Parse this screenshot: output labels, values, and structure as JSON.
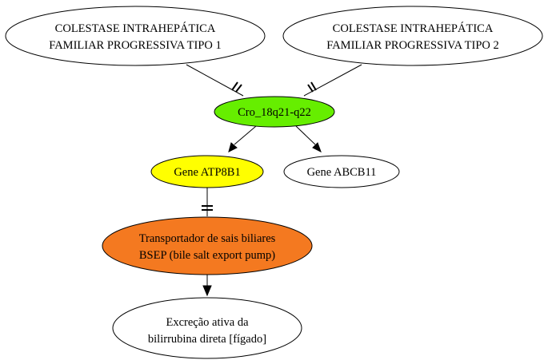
{
  "diagram": {
    "nodes": {
      "pfic1": {
        "line1": "COLESTASE INTRAHEPÁTICA",
        "line2": "FAMILIAR PROGRESSIVA TIPO 1",
        "fill": "#ffffff"
      },
      "pfic2": {
        "line1": "COLESTASE INTRAHEPÁTICA",
        "line2": "FAMILIAR PROGRESSIVA TIPO 2",
        "fill": "#ffffff"
      },
      "chromosome": {
        "label": "Cro_18q21-q22",
        "fill": "#66ee00"
      },
      "atp8b1": {
        "label": "Gene ATP8B1",
        "fill": "#ffff00"
      },
      "abcb11": {
        "label": "Gene ABCB11",
        "fill": "#ffffff"
      },
      "bsep": {
        "line1": "Transportador de sais biliares",
        "line2": "BSEP (bile salt export pump)",
        "fill": "#f47920"
      },
      "excretion": {
        "line1": "Excreção ativa da",
        "line2": "bilirrubina direta [fígado]",
        "fill": "#ffffff"
      }
    },
    "edges": [
      {
        "from": "pfic1",
        "to": "chromosome",
        "head": "tee"
      },
      {
        "from": "pfic2",
        "to": "chromosome",
        "head": "tee"
      },
      {
        "from": "chromosome",
        "to": "atp8b1",
        "head": "arrow"
      },
      {
        "from": "chromosome",
        "to": "abcb11",
        "head": "arrow"
      },
      {
        "from": "atp8b1",
        "to": "bsep",
        "head": "tee"
      },
      {
        "from": "bsep",
        "to": "excretion",
        "head": "arrow"
      }
    ]
  }
}
